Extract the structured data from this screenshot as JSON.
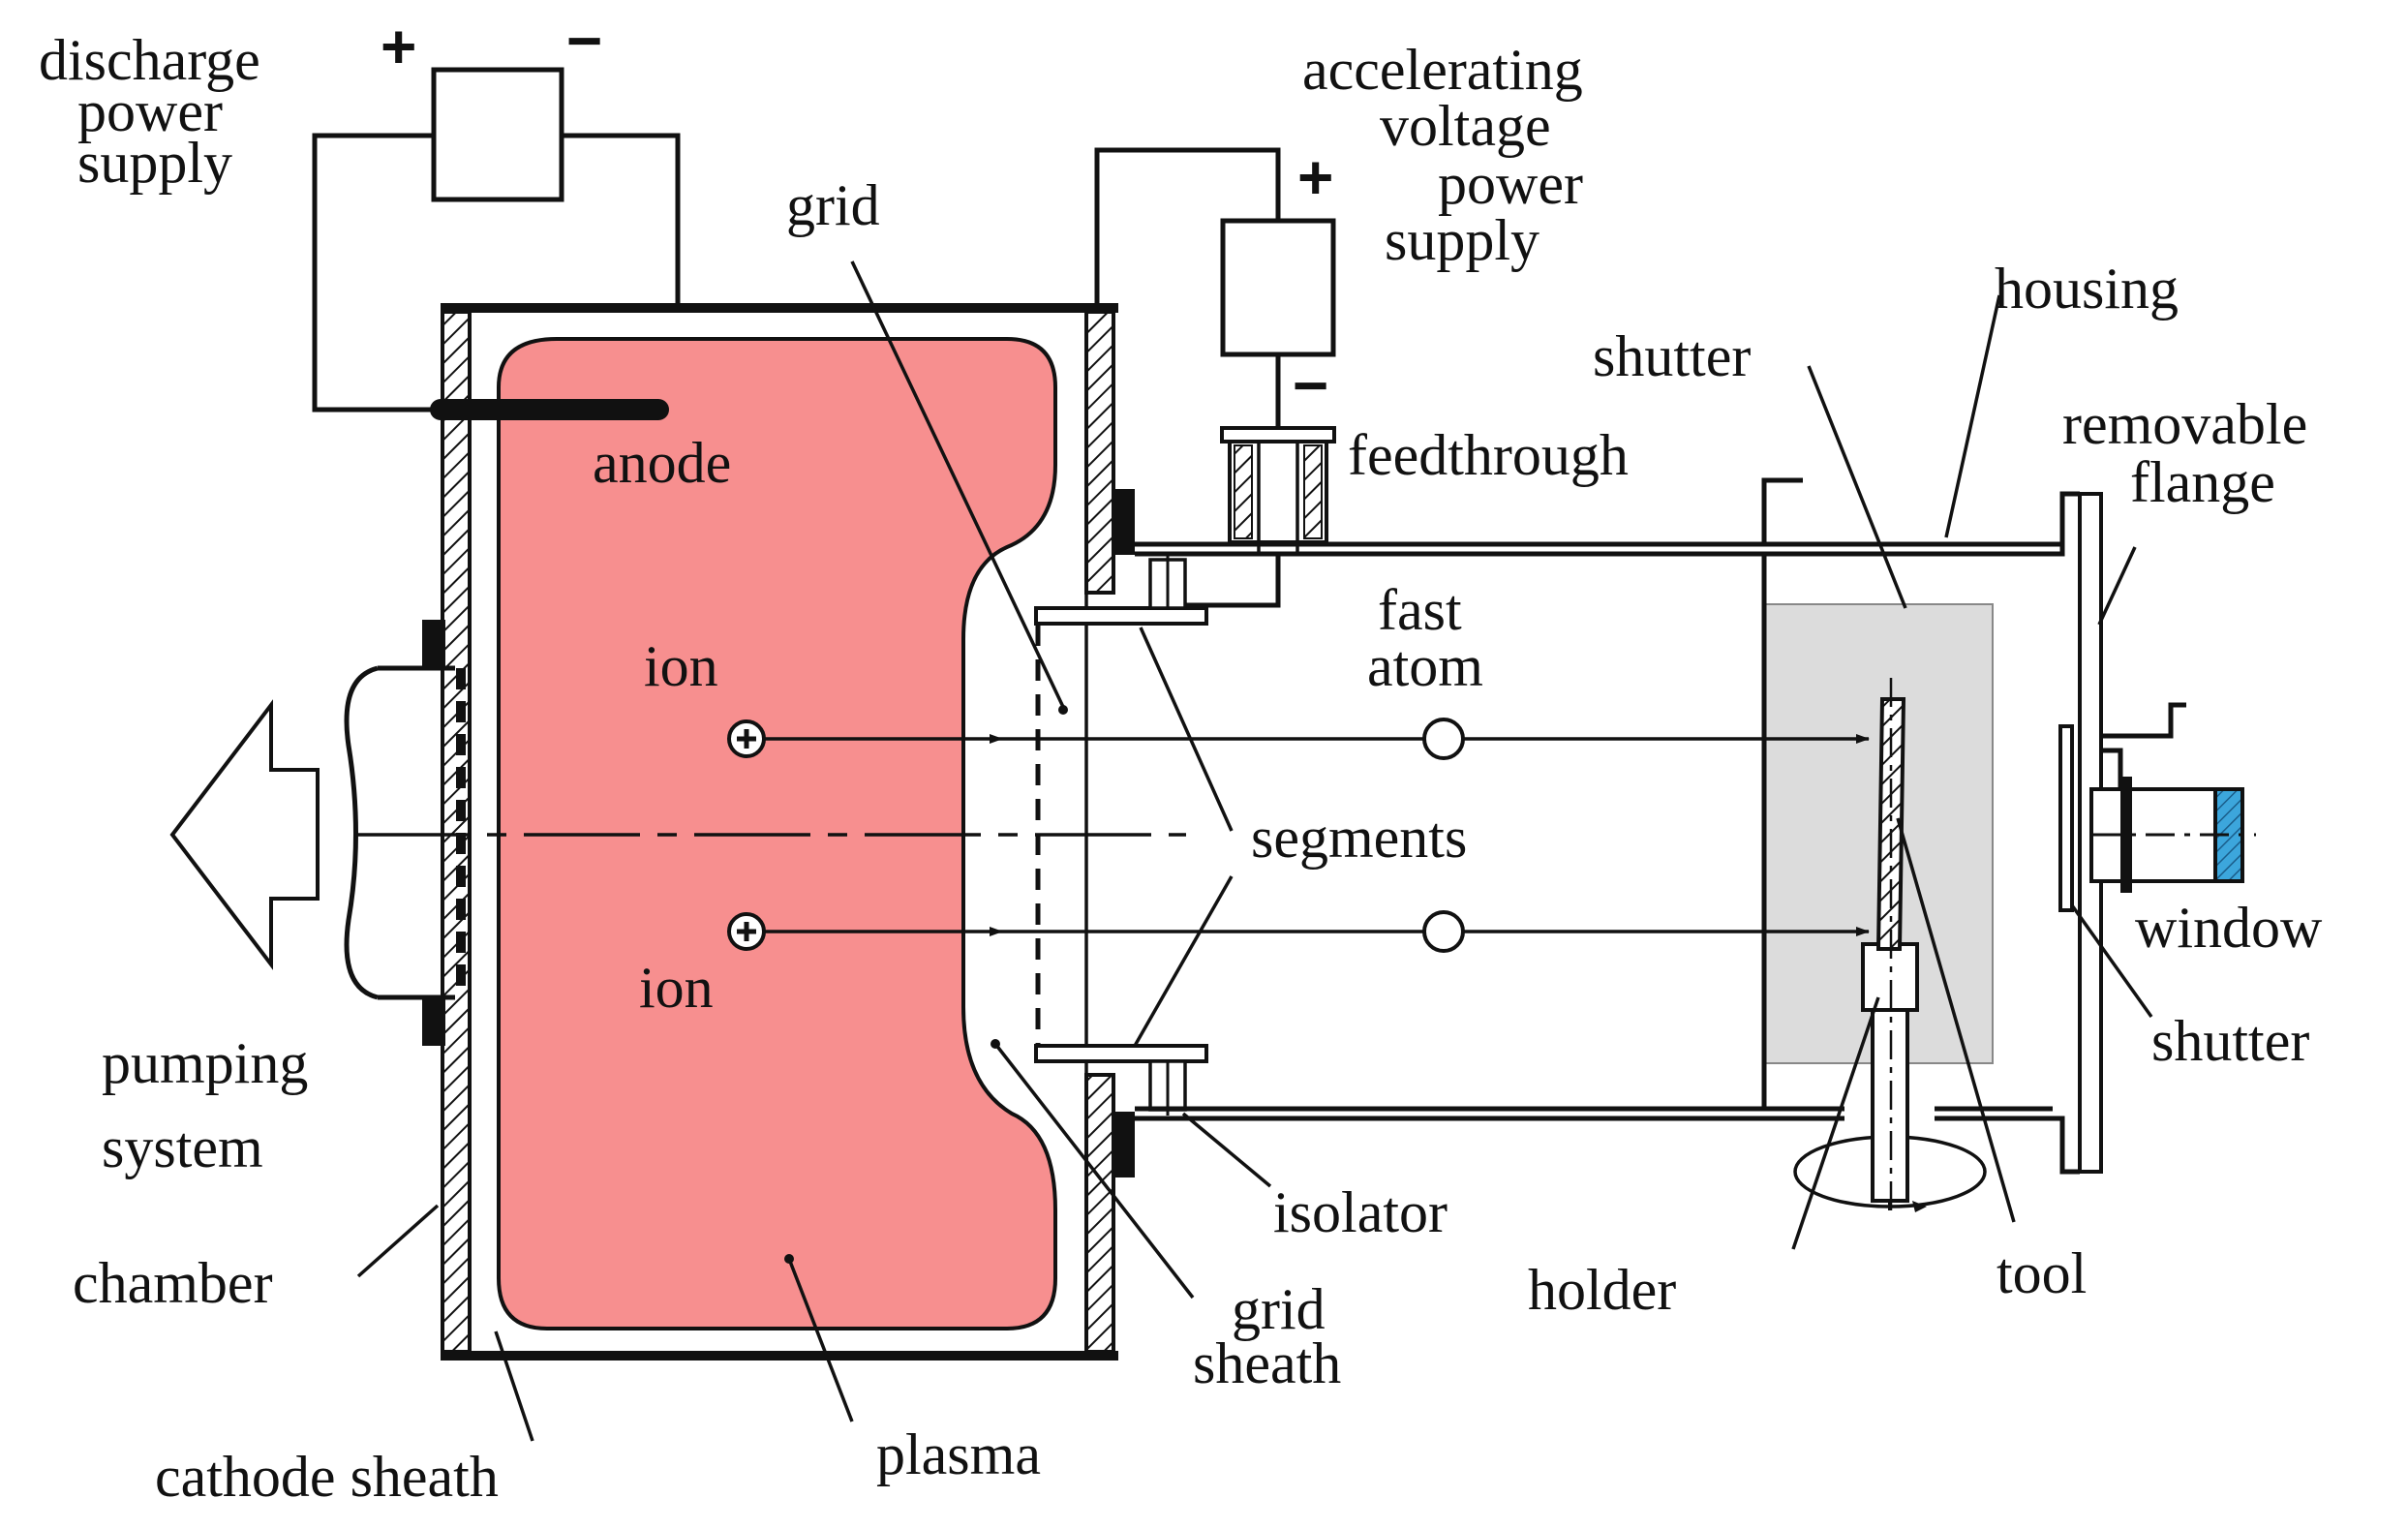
{
  "labels": {
    "discharge": [
      "discharge",
      "power",
      "supply"
    ],
    "accelerating": [
      "accelerating",
      "voltage",
      "power",
      "supply"
    ],
    "grid_top": "grid",
    "housing": "housing",
    "shutter_top": "shutter",
    "removable_flange": [
      "removable",
      "flange"
    ],
    "anode": "anode",
    "feedthrough": "feedthrough",
    "fast_atom": [
      "fast",
      "atom"
    ],
    "ion_top": "ion",
    "ion_bottom": "ion",
    "segments": "segments",
    "window": "window",
    "shutter_right": "shutter",
    "pumping_system": [
      "pumping",
      "system"
    ],
    "isolator": "isolator",
    "chamber": "chamber",
    "holder": "holder",
    "tool": "tool",
    "grid_sheath": [
      "grid",
      "sheath"
    ],
    "cathode_sheath": "cathode sheath",
    "plasma": "plasma"
  },
  "polarity": {
    "discharge_plus": "+",
    "discharge_minus": "−",
    "accel_plus": "+",
    "accel_minus": "−"
  },
  "colors": {
    "plasma": "#F78F8F",
    "shutter_region": "#DCDCDC",
    "window": "#3CA6DC",
    "line": "#111111"
  }
}
